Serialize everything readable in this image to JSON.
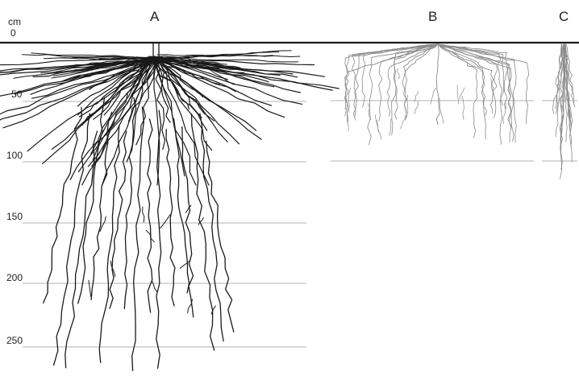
{
  "unit_label": "cm",
  "depth_ticks": [
    "0",
    "50",
    "100",
    "150",
    "200",
    "250"
  ],
  "panels": [
    {
      "label": "A",
      "root_system": "deep-taproot-fibrous",
      "max_depth_cm": 275
    },
    {
      "label": "B",
      "root_system": "shallow-lateral",
      "max_depth_cm": 85
    },
    {
      "label": "C",
      "root_system": "narrow-vertical",
      "max_depth_cm": 110
    }
  ],
  "colors": {
    "background": "#ffffff",
    "soil_line": "#1a1a1a",
    "depth_lines": "#999999",
    "roots_A": "#1a1a1a",
    "roots_BC": "#8a8a8a"
  }
}
